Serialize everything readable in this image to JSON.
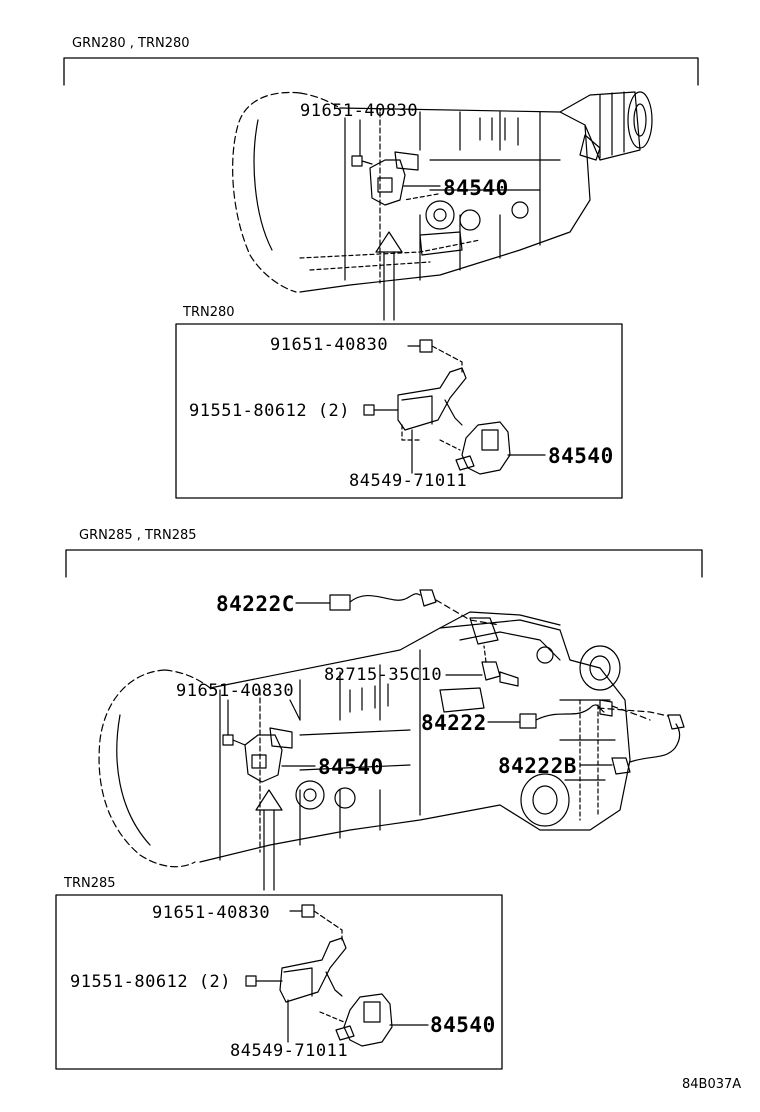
{
  "sections": {
    "top": {
      "model_label": "GRN280 , TRN280",
      "inset_label": "TRN280",
      "parts": {
        "bolt_main": "91651-40830",
        "switch_main": "84540",
        "inset_bolt": "91651-40830",
        "inset_bolt2": "91551-80612 (2)",
        "inset_bracket": "84549-71011",
        "inset_switch": "84540"
      }
    },
    "bottom": {
      "model_label": "GRN285 , TRN285",
      "inset_label": "TRN285",
      "parts": {
        "sensor_c": "84222C",
        "sensor_mid": "82715-35C10",
        "bolt_main": "91651-40830",
        "sensor": "84222",
        "switch_main": "84540",
        "sensor_b": "84222B",
        "inset_bolt": "91651-40830",
        "inset_bolt2": "91551-80612 (2)",
        "inset_bracket": "84549-71011",
        "inset_switch": "84540"
      }
    }
  },
  "figure_code": "84B037A"
}
